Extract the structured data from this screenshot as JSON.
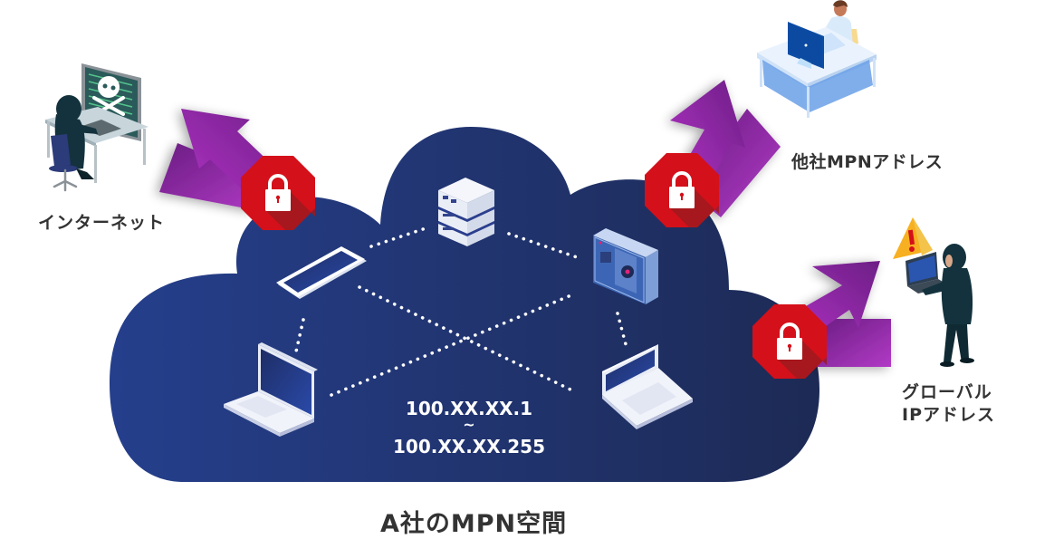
{
  "diagram": {
    "title": "A社のMPN空間",
    "ip_range": {
      "start": "100.XX.XX.1",
      "separator": "~",
      "end": "100.XX.XX.255"
    },
    "external_nodes": [
      {
        "id": "internet",
        "label": "インターネット",
        "figure": "hacker-at-desk",
        "blocked": true
      },
      {
        "id": "other-company",
        "label": "他社MPNアドレス",
        "figure": "office-worker-at-desk",
        "blocked": true
      },
      {
        "id": "global-ip",
        "label_line1": "グローバル",
        "label_line2": "IPアドレス",
        "figure": "hacker-with-laptop-warning",
        "blocked": true
      }
    ],
    "internal_devices": [
      {
        "id": "server",
        "icon": "server-icon"
      },
      {
        "id": "smartphone",
        "icon": "smartphone-icon"
      },
      {
        "id": "camera",
        "icon": "camera-icon"
      },
      {
        "id": "laptop-left",
        "icon": "laptop-icon"
      },
      {
        "id": "laptop-right",
        "icon": "laptop-icon"
      }
    ],
    "connections": [
      [
        "smartphone",
        "server"
      ],
      [
        "server",
        "camera"
      ],
      [
        "smartphone",
        "laptop-left"
      ],
      [
        "smartphone",
        "laptop-right"
      ],
      [
        "camera",
        "laptop-left"
      ],
      [
        "camera",
        "laptop-right"
      ]
    ],
    "lock_icon": "padlock-icon",
    "colors": {
      "cloud_start": "#253f8c",
      "cloud_end": "#1d2a55",
      "arrow_purple": "#8a2aa0",
      "lock_red": "#d4101a",
      "lock_shadow": "#9e1a1e",
      "label_text": "#333333",
      "dots": "#ffffff"
    }
  }
}
